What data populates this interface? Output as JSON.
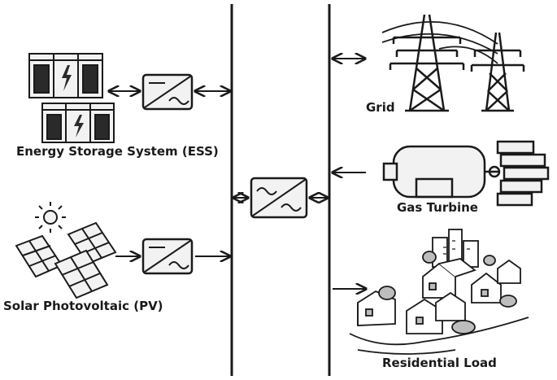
{
  "labels": {
    "ess": "Energy Storage System (ESS)",
    "pv": "Solar Photovoltaic (PV)",
    "grid": "Grid",
    "gas_turbine": "Gas Turbine",
    "residential_load": "Residential Load"
  },
  "icons": {
    "ess": "battery-rack-icon",
    "pv": "solar-panel-icon",
    "sun": "sun-icon",
    "converter": "converter-icon",
    "grid": "transmission-tower-icon",
    "gas_turbine": "gas-turbine-icon",
    "residential_load": "town-houses-icon"
  },
  "colors": {
    "line": "#1a1a1a",
    "fill_light": "#f2f2f2",
    "fill_mid": "#bdbdbd",
    "fill_dark": "#2a2a2a"
  }
}
